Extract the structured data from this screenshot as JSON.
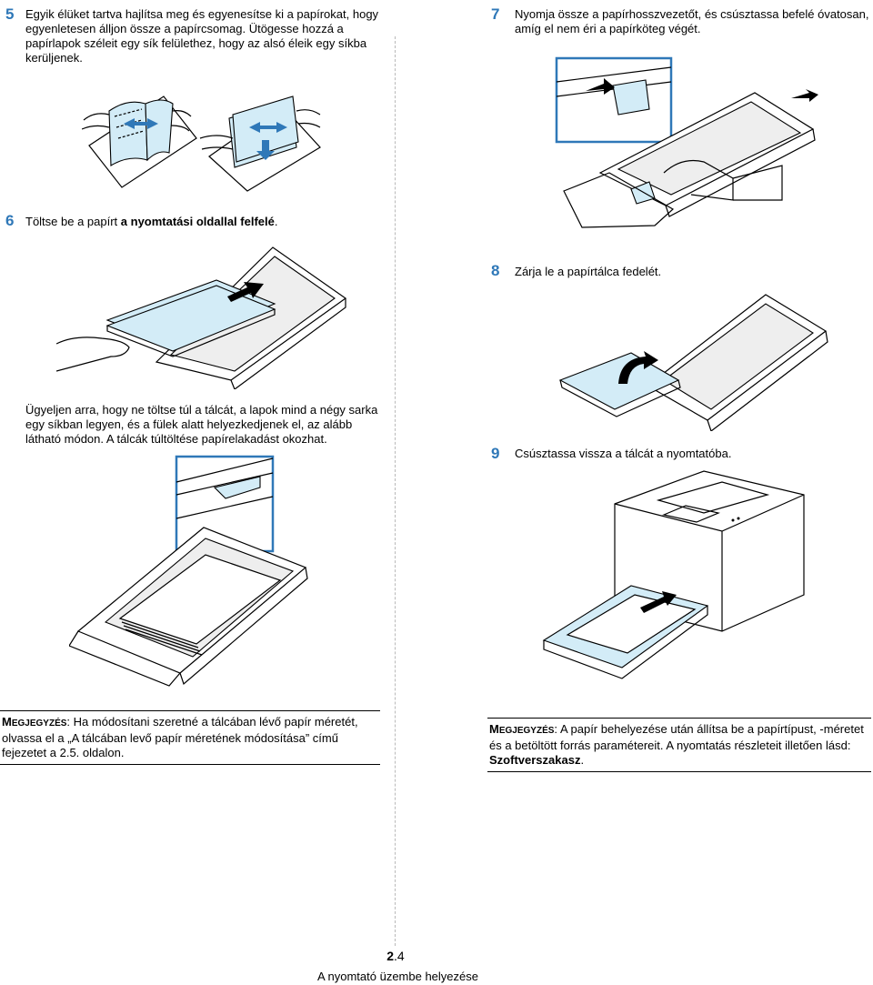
{
  "steps": {
    "s5": {
      "number": "5",
      "text": "Egyik élüket tartva hajlítsa meg és egyenesítse ki a papírokat, hogy egyenletesen álljon össze a papírcsomag. Ütögesse hozzá a papírlapok széleit egy sík felülethez, hogy az alsó éleik egy síkba kerüljenek."
    },
    "s6": {
      "number": "6",
      "text_plain": "Töltse be a papírt ",
      "text_bold": "a nyomtatási oldallal felfelé",
      "text_end": "."
    },
    "s7": {
      "number": "7",
      "text": "Nyomja össze a papírhosszvezetőt, és csúsztassa befelé óvatosan, amíg el nem éri a papírköteg végét."
    },
    "s8": {
      "number": "8",
      "text": "Zárja le a papírtálca fedelét."
    },
    "s9": {
      "number": "9",
      "text": "Csúsztassa vissza a tálcát a nyomtatóba."
    }
  },
  "warning": {
    "text": "Ügyeljen arra, hogy ne töltse túl a tálcát, a lapok mind a négy sarka egy síkban legyen, és a fülek alatt helyezkedjenek el, az alább látható módon. A tálcák túltöltése papírelakadást okozhat."
  },
  "note_left": {
    "head_first": "M",
    "head_rest": "EGJEGYZÉS",
    "colon": ":",
    "text": " Ha módosítani szeretné a tálcában lévő papír méretét, olvassa el a „A tálcában levő papír méretének módosítása” című fejezetet a 2.5. oldalon."
  },
  "note_right": {
    "head_first": "M",
    "head_rest": "EGJEGYZÉS",
    "colon": ":",
    "text": " A papír behelyezése után állítsa be a papírtípust, -méretet és a betöltött forrás paramétereit. A nyomtatás részleteit illetően lásd: ",
    "bold": "Szoftverszakasz",
    "end": "."
  },
  "footer": {
    "page_major": "2",
    "page_minor": ".4",
    "title": "A nyomtató üzembe helyezése"
  },
  "colors": {
    "accent": "#2f78b8",
    "paper_blue": "#d3ecf7"
  }
}
